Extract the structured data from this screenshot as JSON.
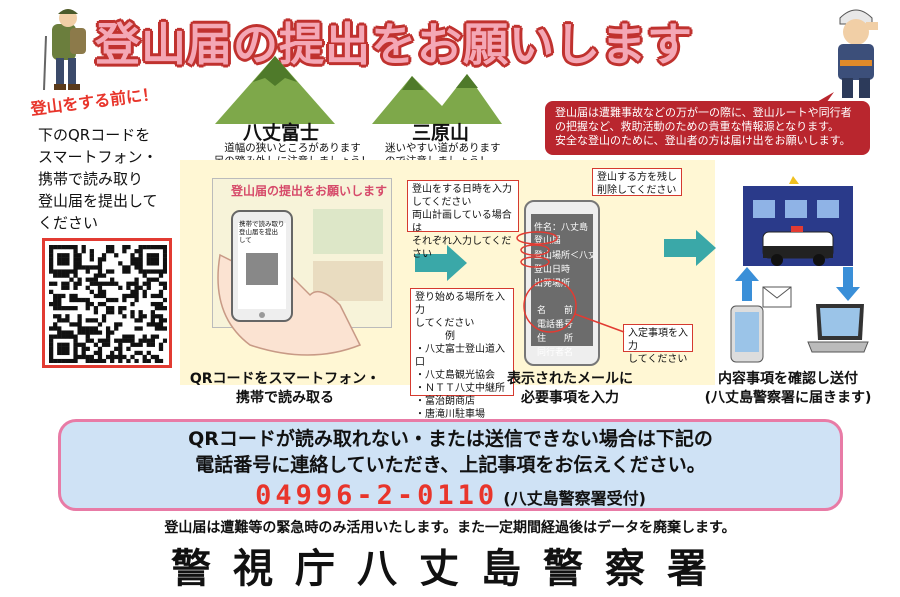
{
  "title": "登山届の提出をお願いします",
  "before_climb": "登山をする前に！",
  "instructions": "下のQRコードを\nスマートフォン・\n携帯で読み取り\n登山届を提出して\nください",
  "mountains": [
    {
      "name": "八丈富士",
      "note": "道幅の狭いところがあります\n足の踏み外しに注意しましょう！"
    },
    {
      "name": "三原山",
      "note": "迷いやすい道があります\nので注意しましょう！"
    }
  ],
  "speech_text": "登山届は遭難事故などの万が一の際に、登山ルートや同行者\nの把握など、救助活動のための貴重な情報源となります。\n安全な登山のために、登山者の方は届け出をお願いします。",
  "poster_mini_title": "登山届の提出をお願いします",
  "mini_phone_text": "携帯で読み取り\n登山届を提出\nして",
  "box_date": "登山をする日時を入力\nしてください\n両山計画している場合は\nそれぞれ入力してください",
  "box_start": "登り始める場所を入力\nしてください\n　　　例\n・八丈富士登山道入口\n・八丈島観光協会\n・ＮＴＴ八丈中継所\n・富治朗商店\n・唐滝川駐車場",
  "box_climber": "登山する方を残し\n削除してください",
  "box_required": "入定事項を入力\nしてください",
  "phone_screen": {
    "subject": "件名：八丈島登山届",
    "row1": "登山場所＜八丈富士　三原山",
    "row2": "登山日時",
    "row3": "出発場所",
    "f1": "名　　前",
    "f2": "電話番号",
    "f3": "住　　所",
    "f4": "同行者名"
  },
  "caption_scan": "QRコードをスマートフォン・\n携帯で読み取る",
  "caption_input": "表示されたメールに\n必要事項を入力",
  "caption_send": "内容事項を確認し送付\n(八丈島警察署に届きます)",
  "blue_line1": "QRコードが読み取れない・または送信できない場合は下記の",
  "blue_line2": "電話番号に連絡していただき、上記事項をお伝えください。",
  "phone_number": "04996-2-0110",
  "phone_note": "(八丈島警察署受付)",
  "notice": "登山届は遭難等の緊急時のみ活用いたします。また一定期間経過後はデータを廃棄します。",
  "footer": "警視庁八丈島警察署",
  "colors": {
    "title_fill": "#f4a7b5",
    "title_stroke": "#c0322f",
    "accent_red": "#e8352b",
    "blue_panel": "#cfe2f5",
    "speech_bg": "#b9262e"
  }
}
